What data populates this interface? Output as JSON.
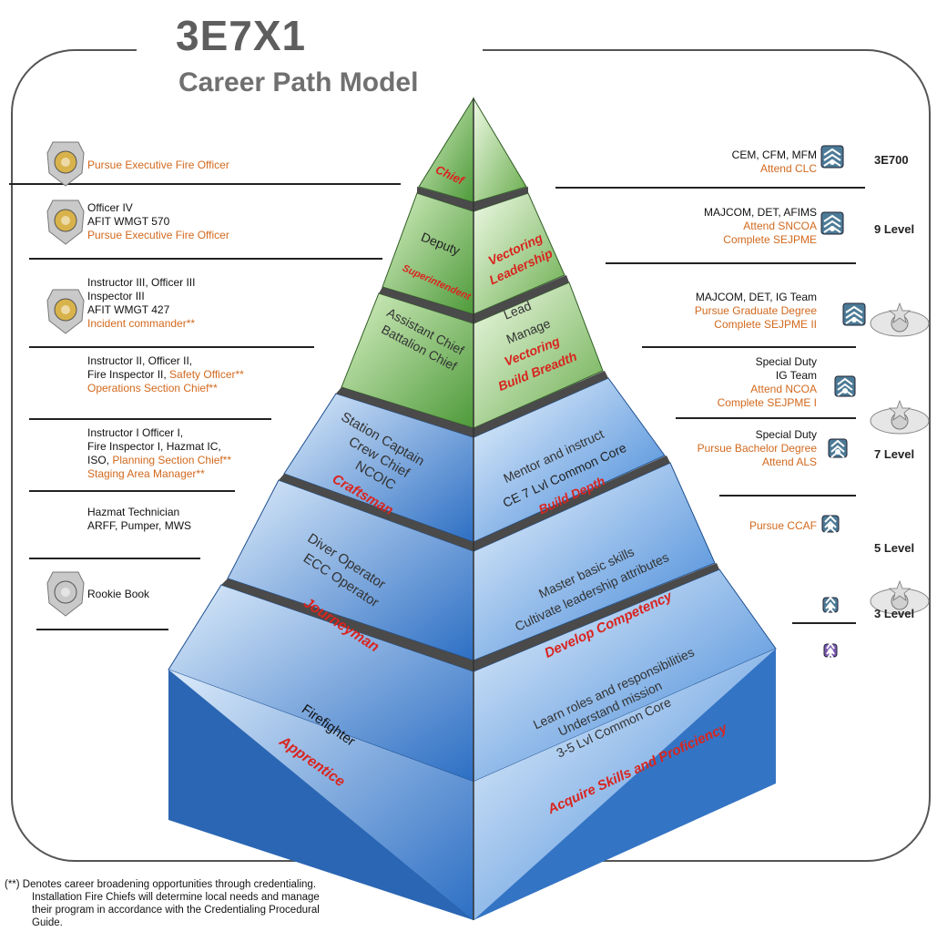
{
  "title": "3E7X1",
  "subtitle": "Career Path Model",
  "left_tiers": [
    {
      "lines": [
        {
          "t": "Pursue Executive Fire Officer",
          "c": "orange"
        }
      ]
    },
    {
      "lines": [
        {
          "t": "Officer IV",
          "c": "black"
        },
        {
          "t": "AFIT WMGT 570",
          "c": "black"
        },
        {
          "t": "Pursue Executive Fire Officer",
          "c": "orange"
        }
      ]
    },
    {
      "lines": [
        {
          "t": "Instructor III, Officer III",
          "c": "black"
        },
        {
          "t": "Inspector III",
          "c": "black"
        },
        {
          "t": "AFIT WMGT 427",
          "c": "black"
        },
        {
          "t": "Incident commander**",
          "c": "orange"
        }
      ]
    },
    {
      "lines": [
        {
          "t": "Instructor II, Officer II,",
          "c": "black"
        },
        {
          "t": "Fire Inspector II, ",
          "c": "black",
          "t2": "Safety Officer**"
        },
        {
          "t": "Operations Section Chief**",
          "c": "orange"
        }
      ]
    },
    {
      "lines": [
        {
          "t": "Instructor I Officer I,",
          "c": "black"
        },
        {
          "t": "Fire Inspector I, Hazmat IC,",
          "c": "black"
        },
        {
          "t": "ISO, ",
          "c": "black",
          "t2": "Planning Section Chief**"
        },
        {
          "t": "Staging Area Manager**",
          "c": "orange"
        }
      ]
    },
    {
      "lines": [
        {
          "t": "Hazmat Technician",
          "c": "black"
        },
        {
          "t": "ARFF, Pumper, MWS",
          "c": "black"
        }
      ]
    },
    {
      "lines": [
        {
          "t": "Rookie Book",
          "c": "black"
        }
      ]
    }
  ],
  "right_tiers": [
    {
      "lines": [
        {
          "t": "CEM, CFM, MFM",
          "c": "black"
        },
        {
          "t": "Attend CLC",
          "c": "orange"
        }
      ]
    },
    {
      "lines": [
        {
          "t": "MAJCOM, DET, AFIMS",
          "c": "black"
        },
        {
          "t": "Attend SNCOA",
          "c": "orange"
        },
        {
          "t": "Complete SEJPME",
          "c": "orange"
        }
      ]
    },
    {
      "lines": [
        {
          "t": "MAJCOM, DET, IG Team",
          "c": "black"
        },
        {
          "t": "Pursue Graduate Degree",
          "c": "orange"
        },
        {
          "t": "Complete SEJPME II",
          "c": "orange"
        }
      ]
    },
    {
      "lines": [
        {
          "t": "Special Duty",
          "c": "black"
        },
        {
          "t": "IG Team",
          "c": "black"
        },
        {
          "t": "Attend NCOA",
          "c": "orange"
        },
        {
          "t": "Complete SEJPME I",
          "c": "orange"
        }
      ]
    },
    {
      "lines": [
        {
          "t": "Special Duty",
          "c": "black"
        },
        {
          "t": "Pursue Bachelor Degree",
          "c": "orange"
        },
        {
          "t": "Attend ALS",
          "c": "orange"
        }
      ]
    },
    {
      "lines": [
        {
          "t": "Pursue CCAF",
          "c": "orange"
        }
      ]
    }
  ],
  "levels": [
    "3E700",
    "9 Level",
    "7 Level",
    "5 Level",
    "3 Level"
  ],
  "pyramid_left": [
    {
      "rank": "Chief",
      "roles": []
    },
    {
      "rank": "Superintendent",
      "roles": [
        "Deputy"
      ]
    },
    {
      "rank": "",
      "roles": [
        "Assistant Chief",
        "Battalion Chief"
      ]
    },
    {
      "rank": "Craftsman",
      "roles": [
        "Station Captain",
        "Crew Chief",
        "NCOIC"
      ]
    },
    {
      "rank": "Journeyman",
      "roles": [
        "Diver Operator",
        "ECC Operator"
      ]
    },
    {
      "rank": "Apprentice",
      "roles": [
        "Firefighter"
      ]
    }
  ],
  "pyramid_right": [
    {
      "lines": [],
      "focus": []
    },
    {
      "lines": [],
      "focus": [
        "Vectoring",
        "Leadership"
      ]
    },
    {
      "lines": [
        "Lead",
        "Manage"
      ],
      "focus": [
        "Vectoring",
        "Build Breadth"
      ]
    },
    {
      "lines": [
        "Mentor and instruct",
        "CE 7 Lvl Common Core"
      ],
      "focus": [
        "Build Depth"
      ]
    },
    {
      "lines": [
        "Master basic skills",
        "Cultivate leadership attributes"
      ],
      "focus": [
        "Develop Competency"
      ]
    },
    {
      "lines": [
        "Learn roles and responsibilities",
        "Understand mission",
        "3-5 Lvl Common Core"
      ],
      "focus": [
        "Acquire Skills and Proficiency"
      ]
    }
  ],
  "footnote": [
    "(**) Denotes career broadening opportunities through credentialing.",
    "Installation Fire Chiefs will determine local needs and manage",
    "their program in accordance with the Credentialing Procedural",
    "Guide."
  ],
  "colors": {
    "tier_green": "#7fbf5a",
    "tier_blue": "#3f86d6",
    "orange": "#d2691e",
    "red": "#d8251f"
  }
}
